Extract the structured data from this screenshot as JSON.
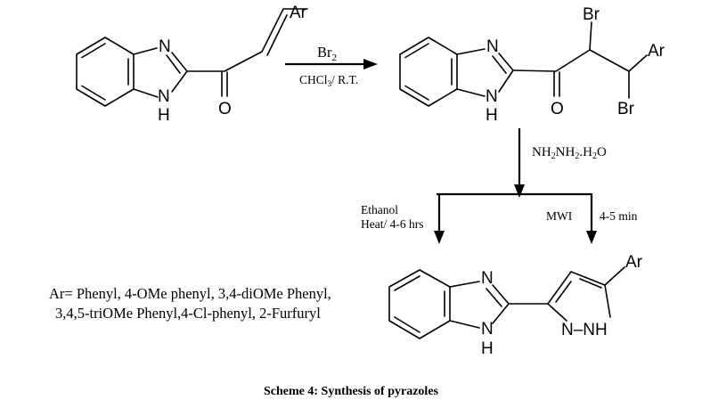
{
  "atoms": {
    "n": "N",
    "nh": "H",
    "h": "H",
    "o": "O",
    "ar": "Ar",
    "br": "Br",
    "n_nh": "N–NH"
  },
  "step1": {
    "reagent": "Br",
    "reagent_sub": "2",
    "solvent_a": "CHCl",
    "solvent_sub": "3",
    "solvent_b": "/ R.T."
  },
  "step2": {
    "reagent_a": "NH",
    "reagent_sub1": "2",
    "reagent_b": "NH",
    "reagent_sub2": "2",
    "reagent_c": ".H",
    "reagent_sub3": "2",
    "reagent_d": "O",
    "left_line1": "Ethanol",
    "left_line2": "Heat/ 4-6 hrs",
    "right_label": "MWI",
    "right_time": "4-5 min"
  },
  "legend": {
    "line1": "Ar= Phenyl, 4-OMe phenyl, 3,4-diOMe Phenyl,",
    "line2": "3,4,5-triOMe Phenyl,4-Cl-phenyl, 2-Furfuryl"
  },
  "caption": "Scheme 4: Synthesis of pyrazoles"
}
